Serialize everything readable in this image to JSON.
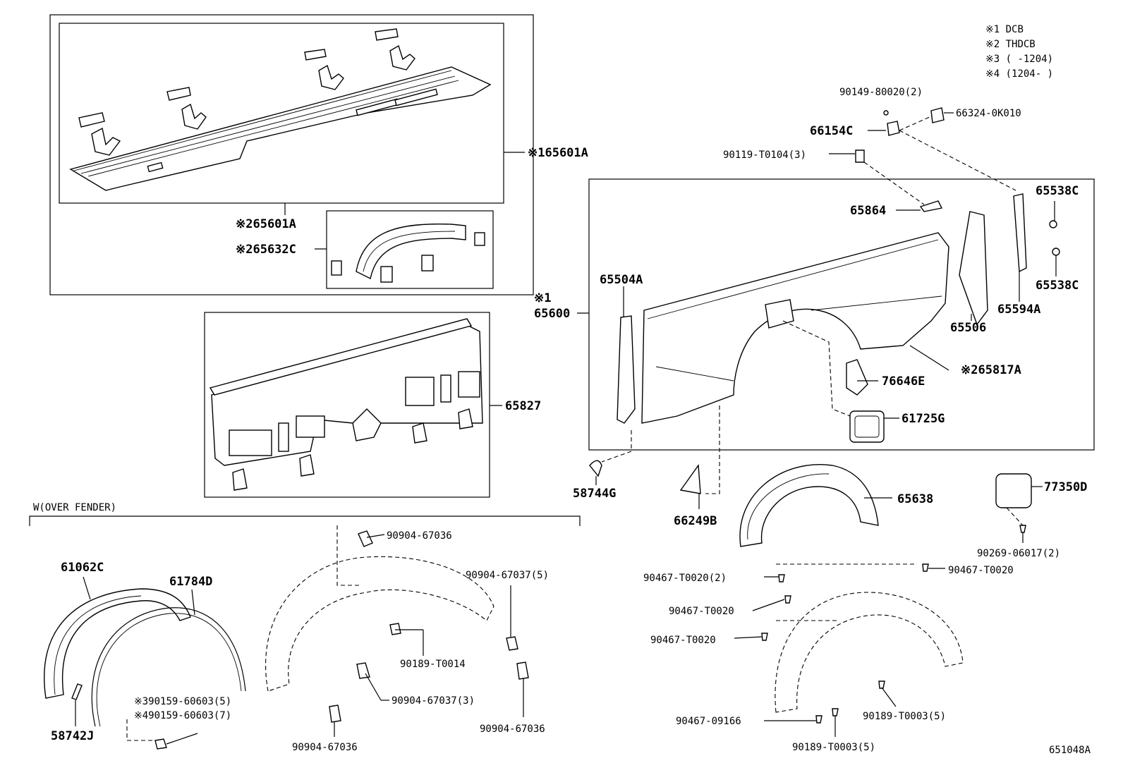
{
  "legend": [
    "※1 DCB",
    "※2 THDCB",
    "※3 (      -1204)",
    "※4 (1204-      )"
  ],
  "diagram_id": "651048A",
  "labels": {
    "p65601A_1": "※165601A",
    "p65601A_2": "※265601A",
    "p65632C": "※265632C",
    "p65827": "65827",
    "p65600_note": "※1",
    "p65600": "65600",
    "p65504A": "65504A",
    "p90149": "90149-80020(2)",
    "p66324": "66324-0K010",
    "p66154C": "66154C",
    "p90119": "90119-T0104(3)",
    "p65864": "65864",
    "p65538C_a": "65538C",
    "p65538C_b": "65538C",
    "p65594A": "65594A",
    "p65506": "65506",
    "p65817A": "※265817A",
    "p76646E": "76646E",
    "p61725G": "61725G",
    "p58744G": "58744G",
    "p66249B": "66249B",
    "p65638": "65638",
    "p77350D": "77350D",
    "p90269": "90269-06017(2)",
    "over_fender": "W(OVER FENDER)",
    "p61062C": "61062C",
    "p61784D": "61784D",
    "p58742J": "58742J",
    "p90159_5": "※390159-60603(5)",
    "p90159_7": "※490159-60603(7)",
    "p90904_67036_a": "90904-67036",
    "p90904_67037_5": "90904-67037(5)",
    "p90189_T0014": "90189-T0014",
    "p90904_67037_3": "90904-67037(3)",
    "p90904_67036_b": "90904-67036",
    "p90904_67036_c": "90904-67036",
    "p90467_T0020_2": "90467-T0020(2)",
    "p90467_T0020_r": "90467-T0020",
    "p90467_T0020_m": "90467-T0020",
    "p90467_T0020_l": "90467-T0020",
    "p90189_T0003_a": "90189-T0003(5)",
    "p90467_09166": "90467-09166",
    "p90189_T0003_b": "90189-T0003(5)"
  }
}
